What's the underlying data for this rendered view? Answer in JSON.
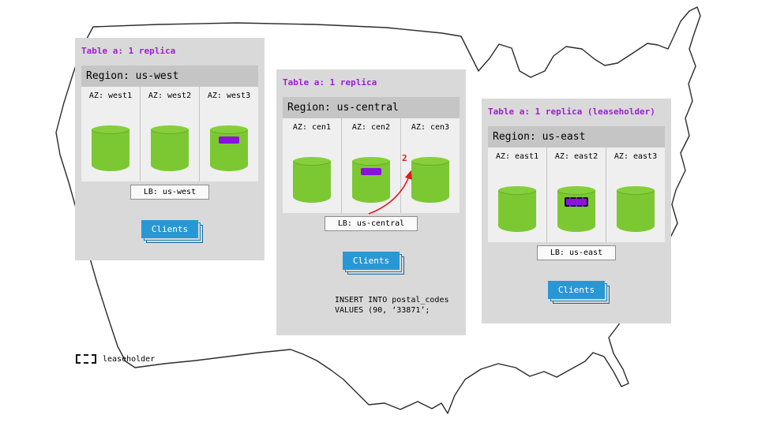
{
  "panels": [
    {
      "table_label": "Table a: 1 replica",
      "region_label": "Region: us-west",
      "azs": [
        {
          "label": "AZ: west1",
          "replica": false,
          "leaseholder": false
        },
        {
          "label": "AZ: west2",
          "replica": false,
          "leaseholder": false
        },
        {
          "label": "AZ: west3",
          "replica": true,
          "leaseholder": false
        }
      ],
      "lb_label": "LB: us-west",
      "clients_label": "Clients"
    },
    {
      "table_label": "Table a: 1 replica",
      "region_label": "Region: us-central",
      "azs": [
        {
          "label": "AZ: cen1",
          "replica": false,
          "leaseholder": false
        },
        {
          "label": "AZ: cen2",
          "replica": true,
          "leaseholder": false
        },
        {
          "label": "AZ: cen3",
          "replica": false,
          "leaseholder": false
        }
      ],
      "lb_label": "LB: us-central",
      "clients_label": "Clients",
      "sql_lines": [
        "INSERT INTO postal_codes",
        "VALUES (90, ‘33871’;"
      ]
    },
    {
      "table_label": "Table a: 1 replica (leaseholder)",
      "region_label": "Region: us-east",
      "azs": [
        {
          "label": "AZ: east1",
          "replica": false,
          "leaseholder": false
        },
        {
          "label": "AZ: east2",
          "replica": true,
          "leaseholder": true
        },
        {
          "label": "AZ: east3",
          "replica": false,
          "leaseholder": false
        }
      ],
      "lb_label": "LB: us-east",
      "clients_label": "Clients"
    }
  ],
  "arrow": {
    "label": "2"
  },
  "legend": {
    "label": "leaseholder"
  },
  "colors": {
    "replica_green": "#7cc832",
    "replica_green_top": "#85d03a",
    "range_purple": "#8a12dd",
    "clients_blue": "#2a97d5",
    "arrow_red": "#e01b1b",
    "title_purple": "#9d1fd1",
    "panel_gray": "#d9d9d9",
    "region_bar_gray": "#c5c5c5",
    "az_bg": "#efefef"
  }
}
